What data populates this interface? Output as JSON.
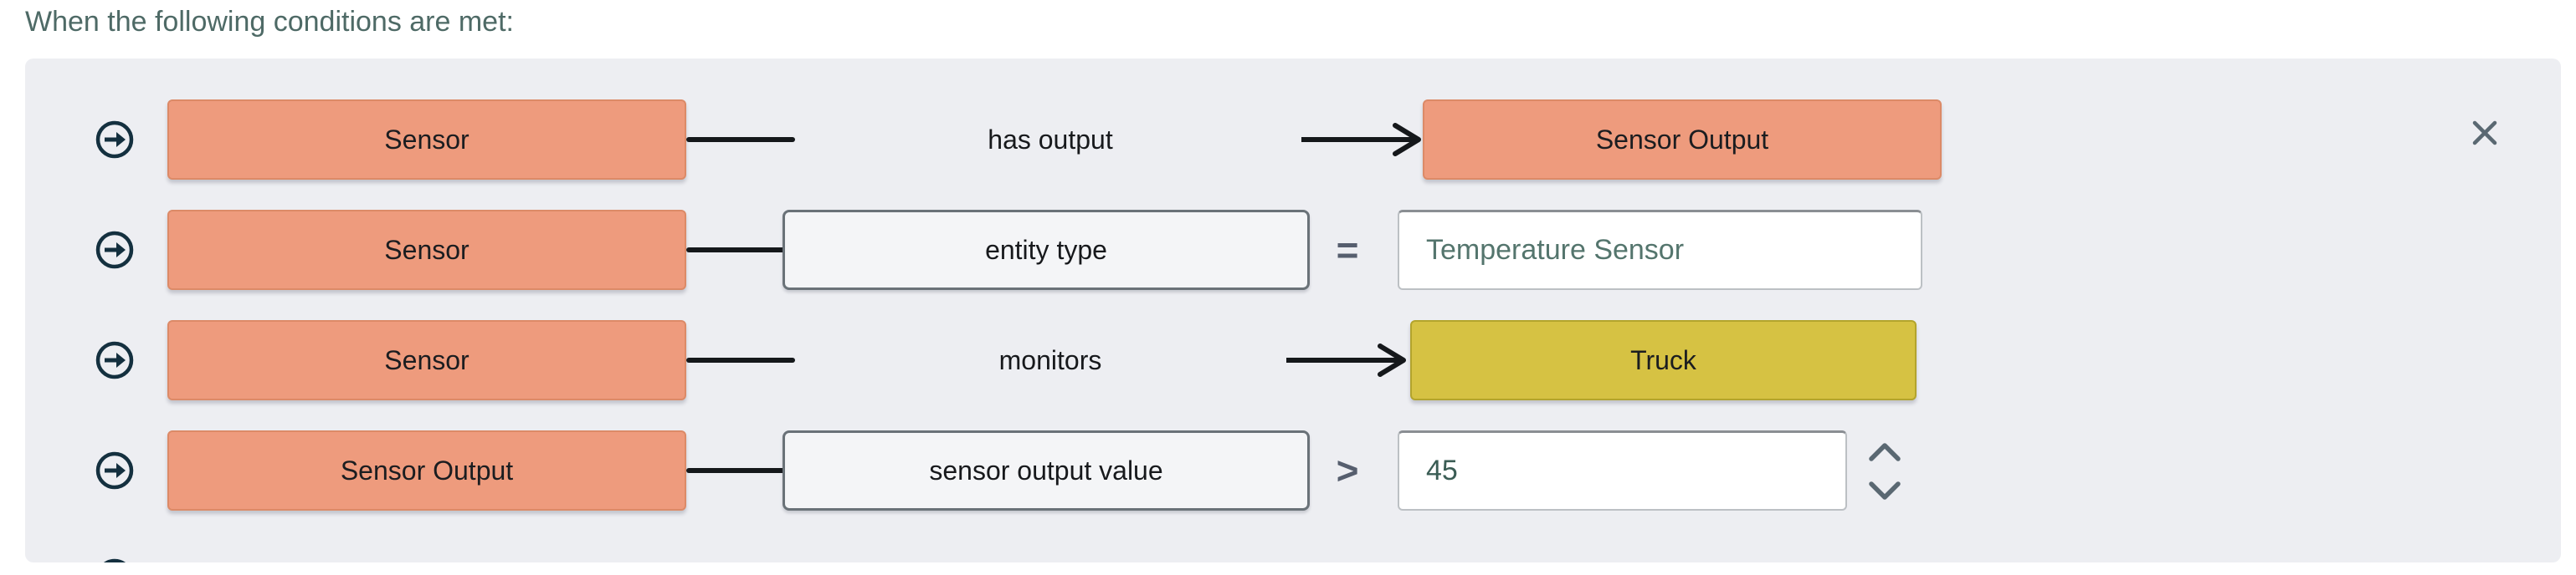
{
  "header": {
    "title": "When the following conditions are met:"
  },
  "panel": {
    "conditions": [
      {
        "subject": "Sensor",
        "relation": "has output",
        "relation_style": "plain",
        "operator": "→",
        "object": "Sensor Output",
        "object_style": "entity-salmon"
      },
      {
        "subject": "Sensor",
        "relation": "entity type",
        "relation_style": "boxed",
        "operator": "=",
        "object_placeholder": "Temperature Sensor",
        "object_value": "",
        "object_style": "text-input"
      },
      {
        "subject": "Sensor",
        "relation": "monitors",
        "relation_style": "plain",
        "operator": "→",
        "object": "Truck",
        "object_style": "entity-yellow"
      },
      {
        "subject": "Sensor Output",
        "relation": "sensor output value",
        "relation_style": "boxed",
        "operator": ">",
        "object_value": "45",
        "object_style": "number-input"
      }
    ]
  },
  "icons": {
    "condition_bullet": "circled-right-arrow",
    "relation_arrow": "right-arrow",
    "close": "✕",
    "stepper_up": "chevron-up",
    "stepper_down": "chevron-down"
  },
  "colors": {
    "panel_bg": "#edeef2",
    "entity_salmon": "#ee9b7d",
    "entity_yellow": "#d6c243",
    "icon_navy": "#14303f",
    "operator_slate": "#565e6e",
    "header_teal": "#4e6a66",
    "input_text_teal": "#3b5d55",
    "placeholder_teal": "#54756d"
  }
}
